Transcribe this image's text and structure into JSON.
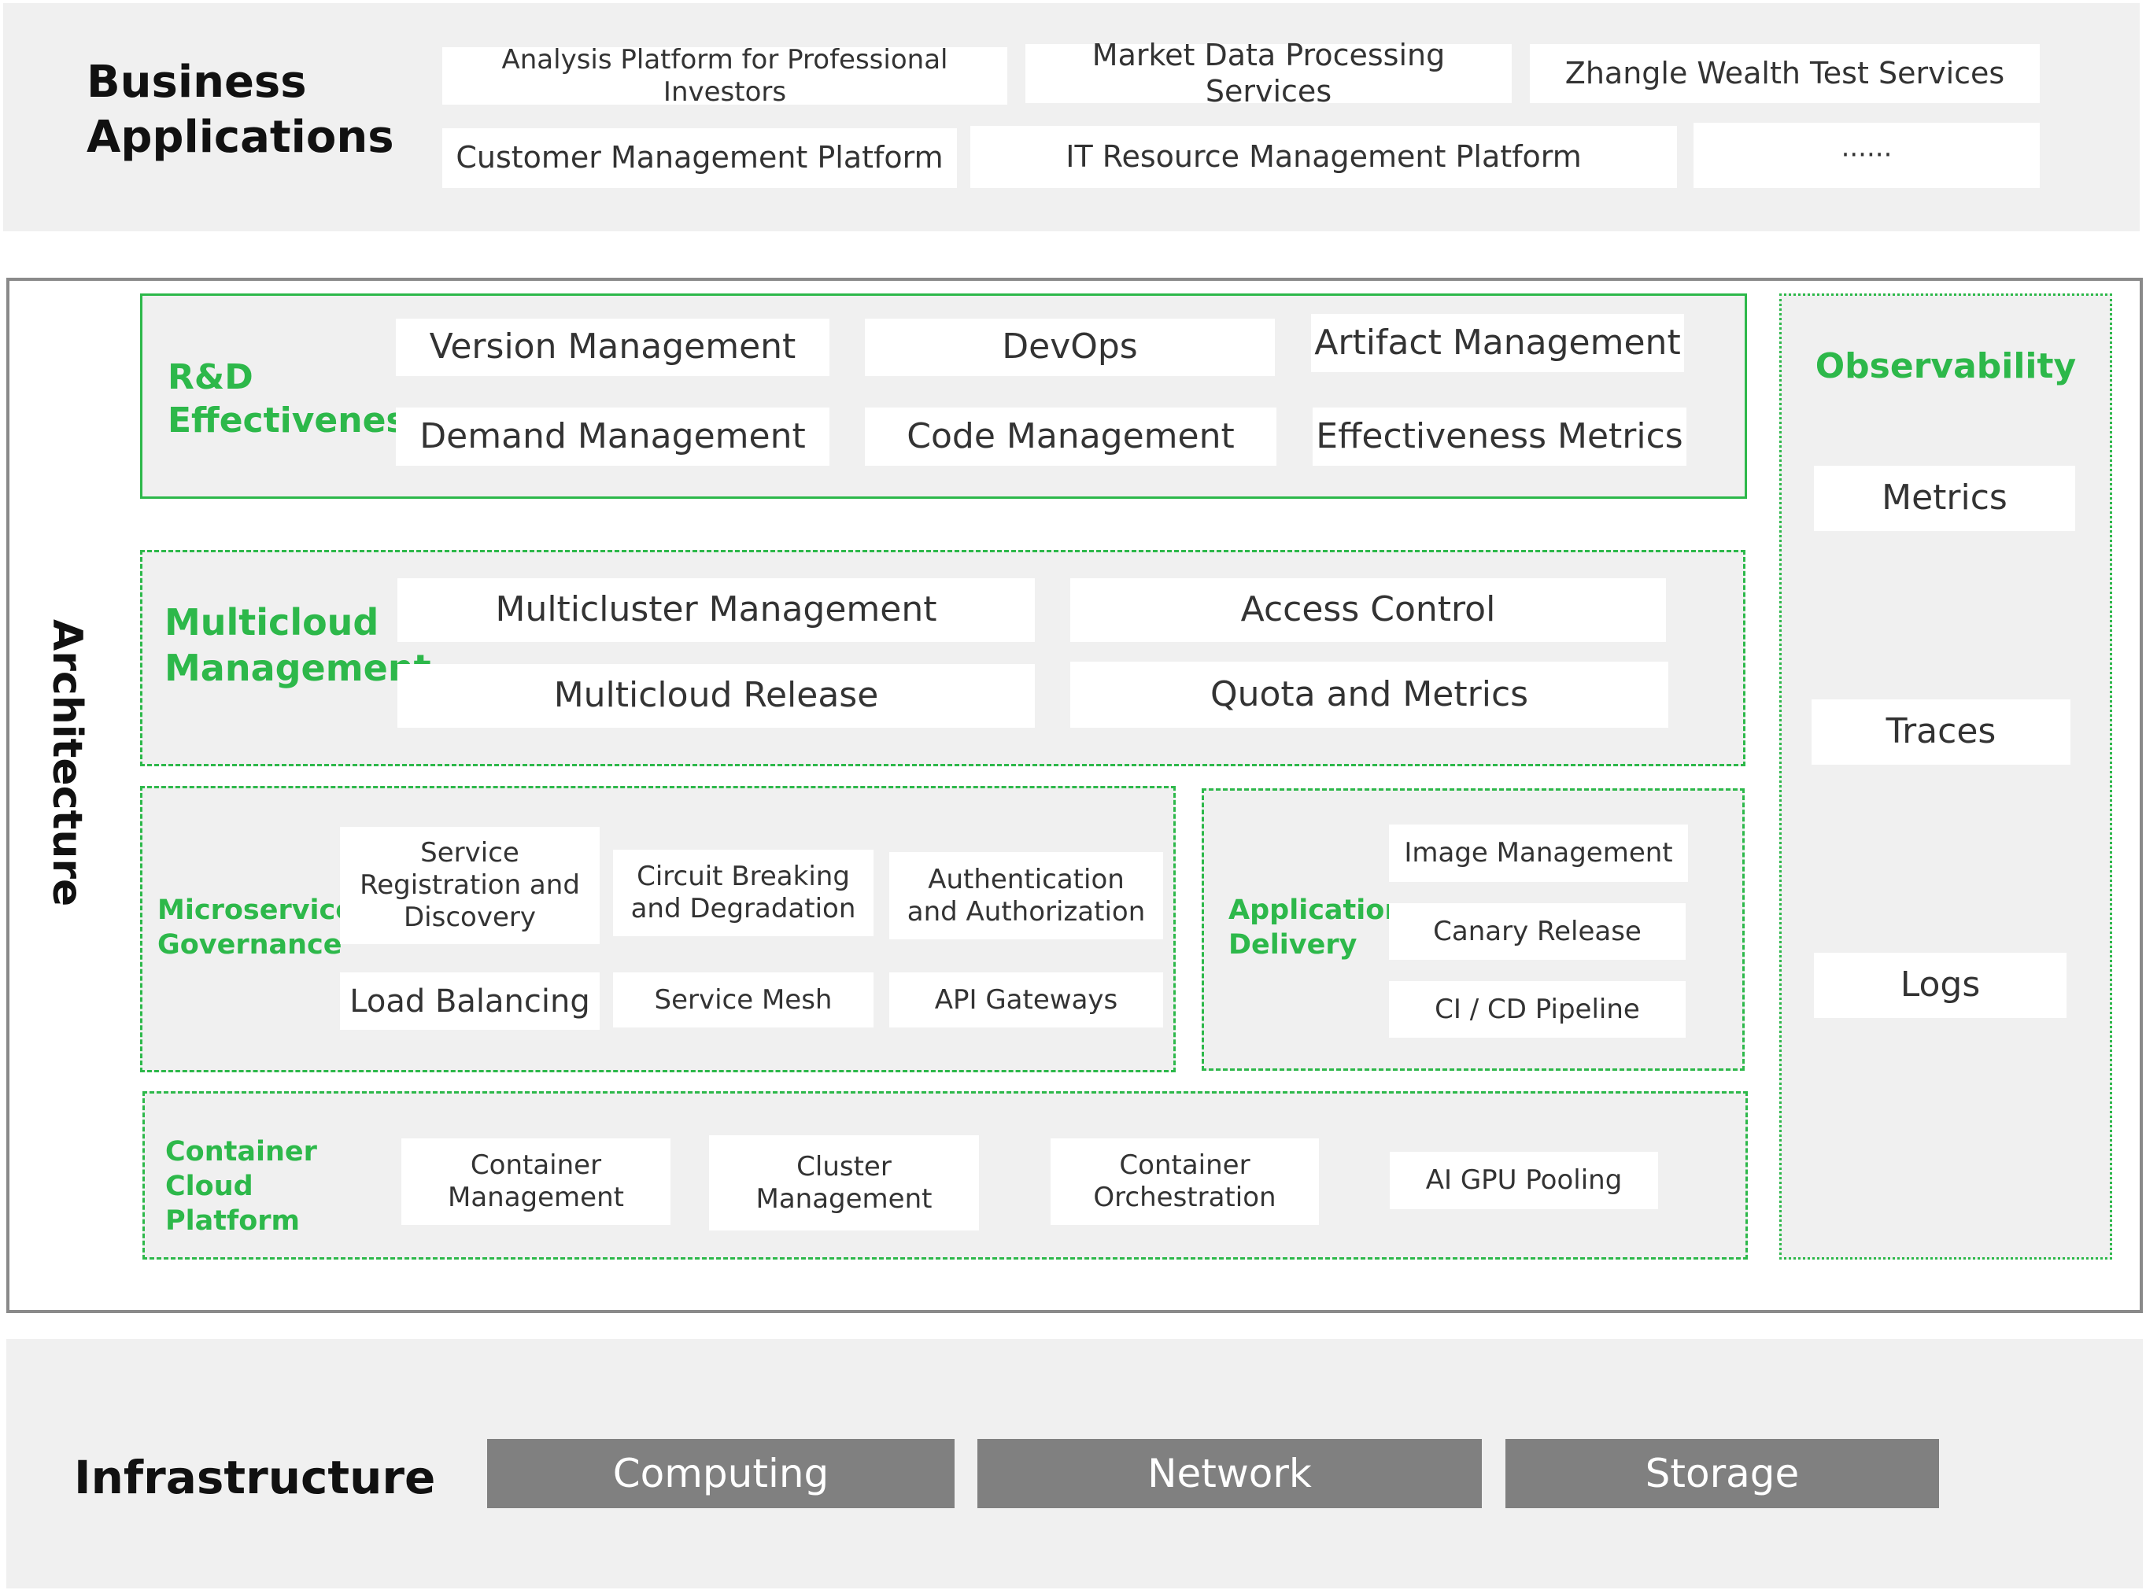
{
  "business": {
    "title": "Business\nApplications",
    "items": [
      "Analysis Platform for Professional Investors",
      "Market Data Processing Services",
      "Zhangle Wealth Test Services",
      "Customer Management Platform",
      "IT Resource Management Platform",
      "······"
    ]
  },
  "architecture": {
    "label": "Architecture",
    "rd": {
      "title": "R&D\nEffectiveness",
      "items": [
        "Version Management",
        "DevOps",
        "Artifact Management",
        "Demand Management",
        "Code Management",
        "Effectiveness Metrics"
      ]
    },
    "multicloud": {
      "title": "Multicloud\nManagement",
      "items": [
        "Multicluster Management",
        "Access Control",
        "Multicloud Release",
        "Quota and Metrics"
      ]
    },
    "microservices": {
      "title": "Microservices\nGovernance",
      "items": [
        "Service\nRegistration and\nDiscovery",
        "Circuit Breaking\nand Degradation",
        "Authentication\nand Authorization",
        "Load Balancing",
        "Service Mesh",
        "API Gateways"
      ]
    },
    "delivery": {
      "title": "Application\nDelivery",
      "items": [
        "Image Management",
        "Canary Release",
        "CI / CD Pipeline"
      ]
    },
    "container": {
      "title": "Container\nCloud\nPlatform",
      "items": [
        "Container\nManagement",
        "Cluster\nManagement",
        "Container\nOrchestration",
        "AI GPU Pooling"
      ]
    },
    "observability": {
      "title": "Observability",
      "items": [
        "Metrics",
        "Traces",
        "Logs"
      ]
    }
  },
  "infrastructure": {
    "title": "Infrastructure",
    "items": [
      "Computing",
      "Network",
      "Storage"
    ]
  },
  "colors": {
    "accent_green": "#2db84a",
    "band_grey": "#f0f0f0",
    "infra_box_grey": "#808080",
    "frame_grey": "#8a8a8a"
  }
}
